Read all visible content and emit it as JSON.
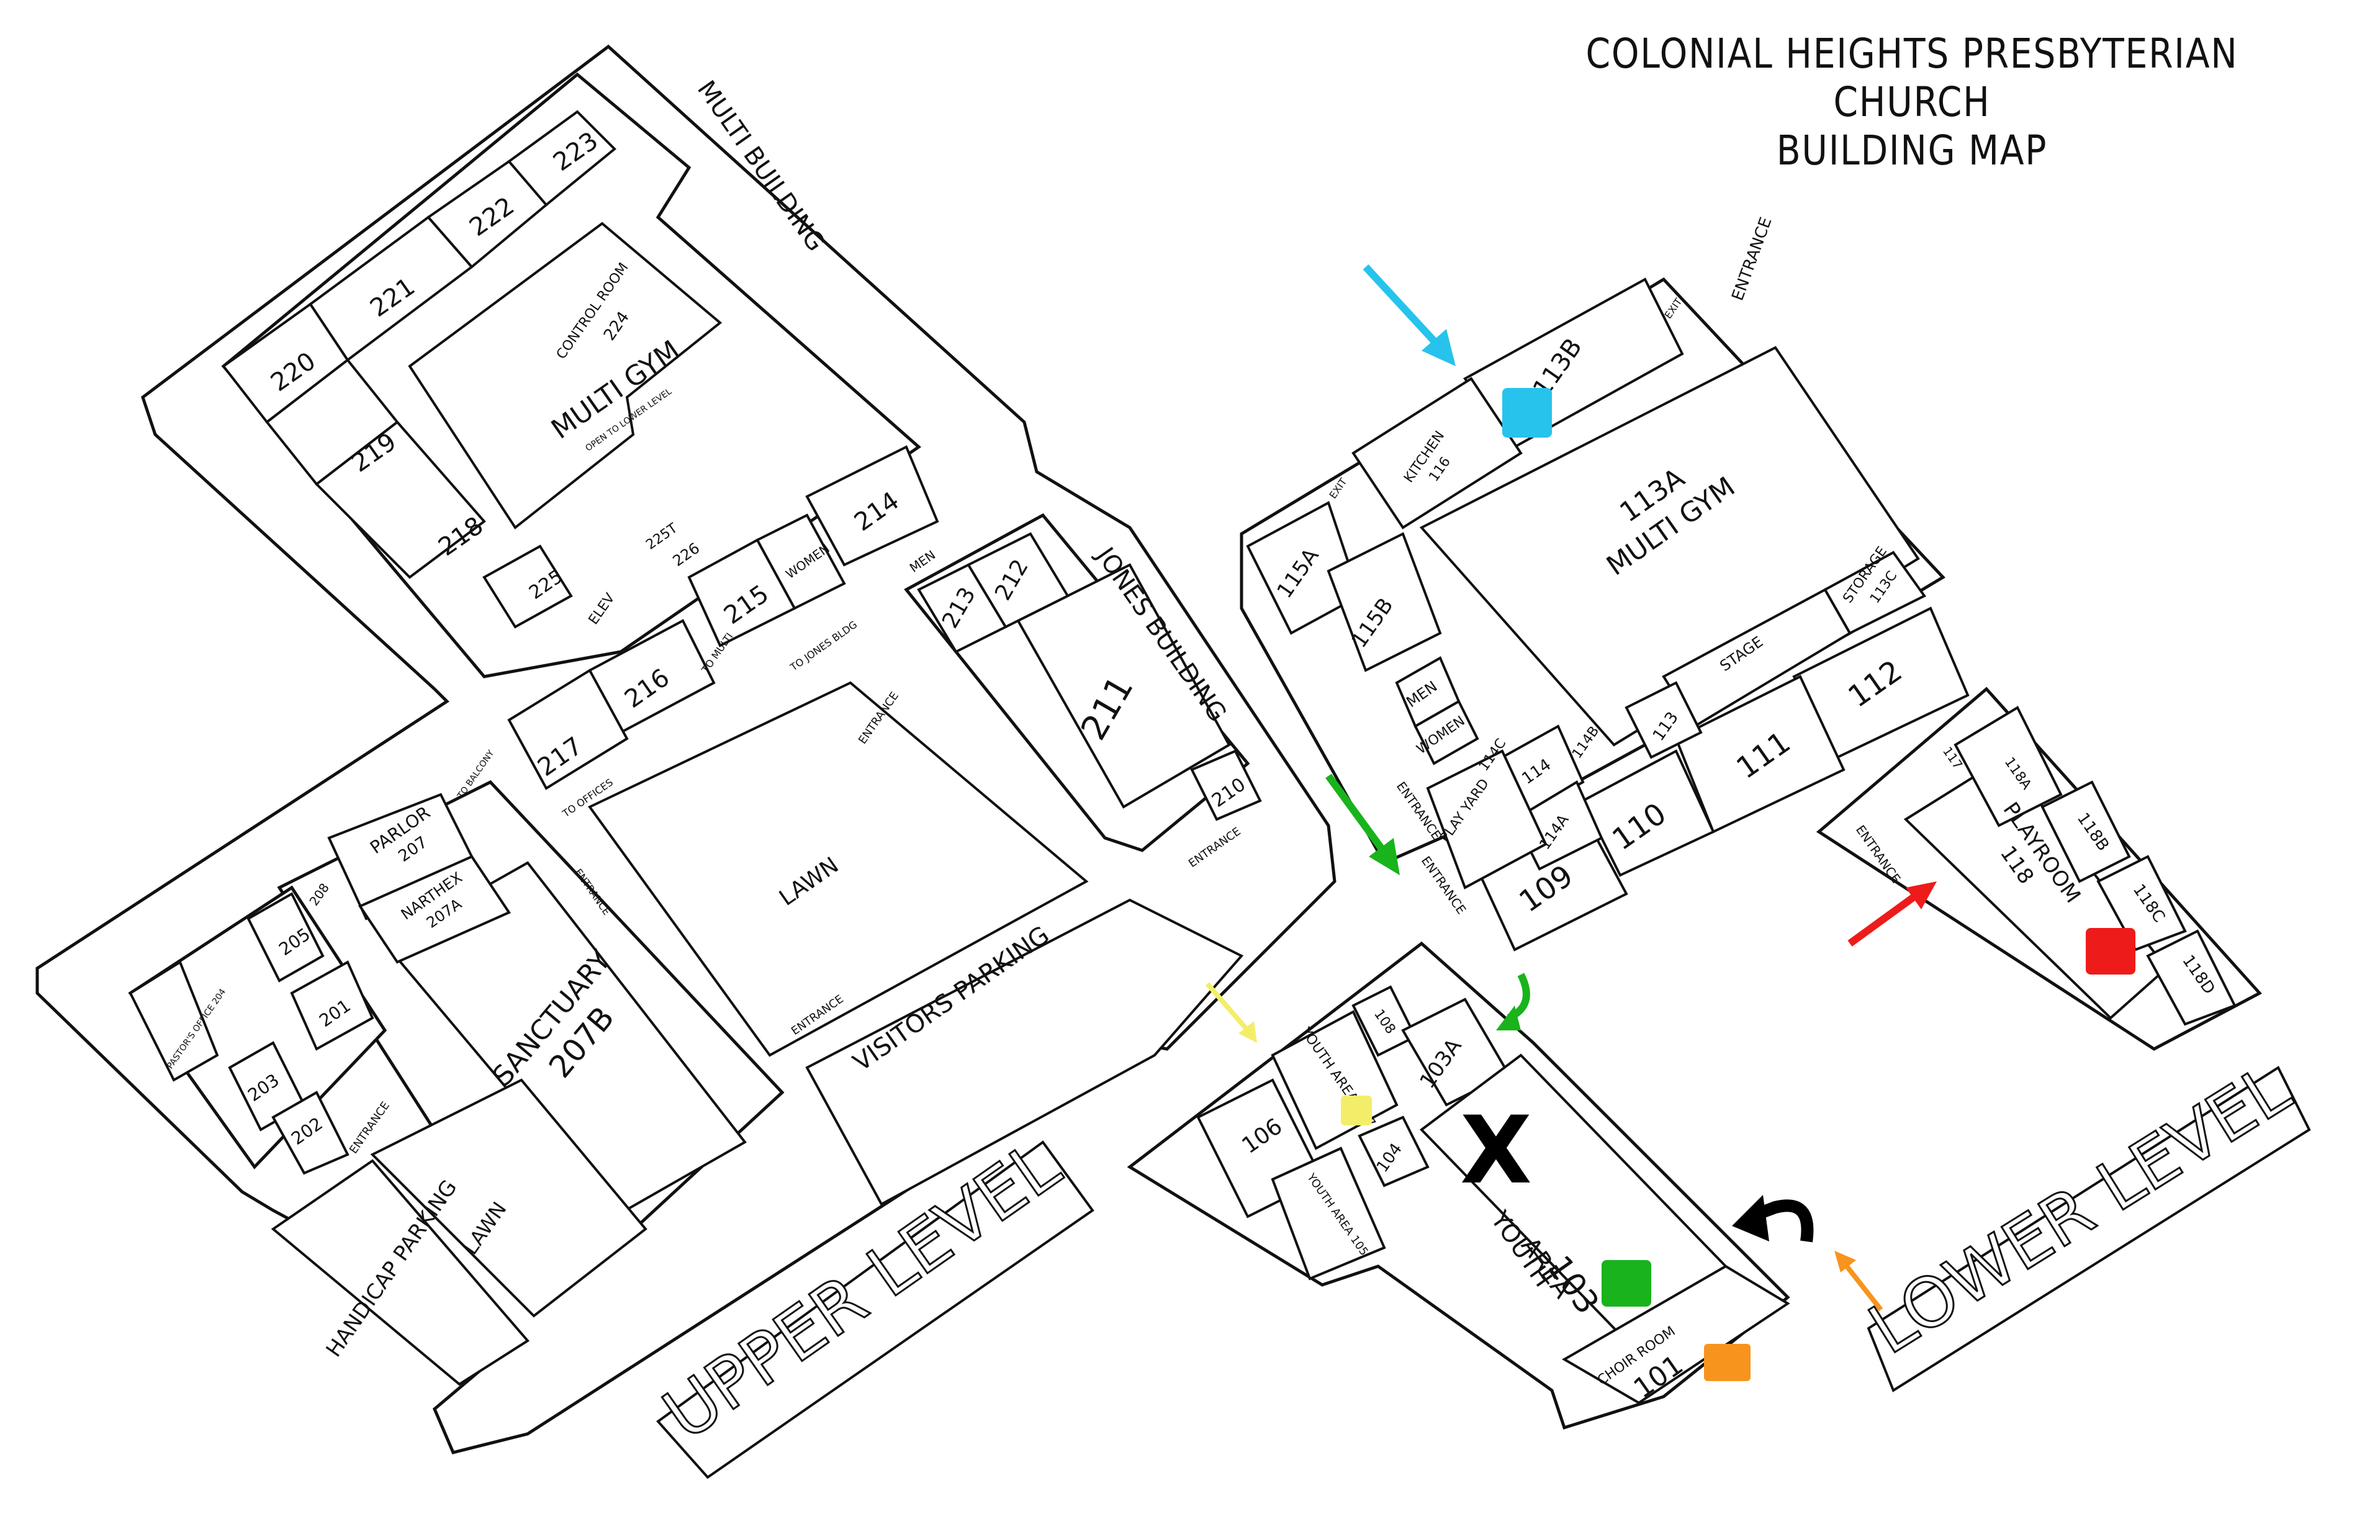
{
  "map": {
    "title_line1": "COLONIAL HEIGHTS PRESBYTERIAN CHURCH",
    "title_line2": "BUILDING MAP",
    "level_upper": "UPPER LEVEL",
    "level_lower": "LOWER LEVEL",
    "building_multi": "MULTI BUILDING",
    "building_jones": "JONES BUILDING"
  },
  "upper_rooms": {
    "r220": "220",
    "r221": "221",
    "r222": "222",
    "r223": "223",
    "r219": "219",
    "r218": "218",
    "r225": "225",
    "r226": "226",
    "r225t": "225T",
    "r215": "215",
    "r214": "214",
    "r216": "216",
    "r217": "217",
    "r213": "213",
    "r212": "212",
    "r211": "211",
    "r210": "210",
    "control": "CONTROL ROOM",
    "control_num": "224",
    "multigym": "MULTI GYM",
    "multigym_sub": "OPEN TO LOWER LEVEL",
    "women": "WOMEN",
    "men": "MEN",
    "elev": "ELEV",
    "parlor": "PARLOR",
    "parlor_num": "207",
    "narthex": "NARTHEX",
    "narthex_num": "207A",
    "sanctuary": "SANCTUARY",
    "sanctuary_num": "207B",
    "r208": "208",
    "r205": "205",
    "r201": "201",
    "r203": "203",
    "r202": "202",
    "pastor": "PASTOR'S OFFICE 204",
    "lawn1": "LAWN",
    "lawn2": "LAWN",
    "visitors": "VISITORS PARKING",
    "handicap": "HANDICAP PARKING",
    "to_multi": "TO MULTI",
    "to_jones": "TO JONES BLDG",
    "to_offices": "TO OFFICES",
    "to_balcony": "TO BALCONY",
    "entrance": "ENTRANCE"
  },
  "lower_rooms": {
    "kitchen": "KITCHEN",
    "kitchen_num": "116",
    "r113b": "113B",
    "r113a": "113A",
    "multigym": "MULTI GYM",
    "r115a": "115A",
    "r115b": "115B",
    "men": "MEN",
    "women": "WOMEN",
    "r114c": "114C",
    "r114": "114",
    "r114b": "114B",
    "r114a": "114A",
    "play_yard": "PLAY YARD",
    "stage": "STAGE",
    "storage": "STORAGE",
    "storage_num": "113C",
    "r113": "113",
    "r112": "112",
    "r111": "111",
    "r110": "110",
    "r109": "109",
    "playroom": "PLAYROOM",
    "playroom_num": "118",
    "r118b": "118B",
    "r118c": "118C",
    "r118d": "118D",
    "r118a": "118A",
    "r117": "117",
    "youth107": "YOUTH AREA 107",
    "r108": "108",
    "r103a": "103A",
    "r106": "106",
    "r104": "104",
    "youth105": "YOUTH AREA 105",
    "youth103a": "YOUTH",
    "youth103b": "AREA",
    "youth103c": "103",
    "choir": "CHOIR ROOM",
    "choir_num": "101",
    "entrance": "ENTRANCE",
    "exit": "EXIT"
  },
  "markers": {
    "cyan": "#27c3ec",
    "green": "#19b31c",
    "red": "#ee1b1b",
    "yellow": "#f3ee6a",
    "orange": "#f7941d",
    "black": "#000000",
    "x_mark": "X"
  }
}
